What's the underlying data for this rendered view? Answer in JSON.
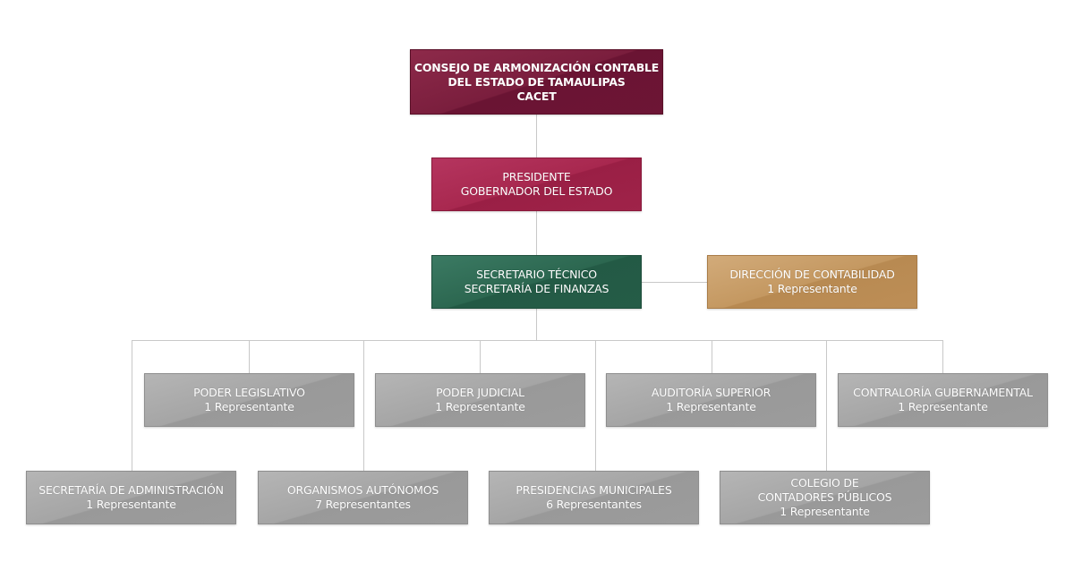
{
  "colors": {
    "cacet": "#7a1e3d",
    "president": "#a8284f",
    "secretary": "#2c6750",
    "direction": "#c49861",
    "member": "#a5a5a5",
    "connector": "#c8c8c8"
  },
  "nodes": {
    "cacet": {
      "lines": [
        "CONSEJO DE ARMONIZACIÓN CONTABLE",
        "DEL ESTADO DE TAMAULIPAS",
        "CACET"
      ]
    },
    "president": {
      "lines": [
        "PRESIDENTE",
        "GOBERNADOR DEL ESTADO"
      ]
    },
    "secretary": {
      "lines": [
        "SECRETARIO TÉCNICO",
        "SECRETARÍA DE FINANZAS"
      ]
    },
    "direction": {
      "lines": [
        "DIRECCIÓN DE CONTABILIDAD",
        "1 Representante"
      ]
    },
    "members_row1": [
      {
        "lines": [
          "PODER LEGISLATIVO",
          "1 Representante"
        ]
      },
      {
        "lines": [
          "PODER JUDICIAL",
          "1 Representante"
        ]
      },
      {
        "lines": [
          "AUDITORÍA SUPERIOR",
          "1 Representante"
        ]
      },
      {
        "lines": [
          "CONTRALORÍA GUBERNAMENTAL",
          "1 Representante"
        ]
      }
    ],
    "members_row2": [
      {
        "lines": [
          "SECRETARÍA DE ADMINISTRACIÓN",
          "1 Representante"
        ]
      },
      {
        "lines": [
          "ORGANISMOS AUTÓNOMOS",
          "7 Representantes"
        ]
      },
      {
        "lines": [
          "PRESIDENCIAS MUNICIPALES",
          "6 Representantes"
        ]
      },
      {
        "lines": [
          "COLEGIO DE",
          "CONTADORES PÚBLICOS",
          "1 Representante"
        ]
      }
    ]
  }
}
